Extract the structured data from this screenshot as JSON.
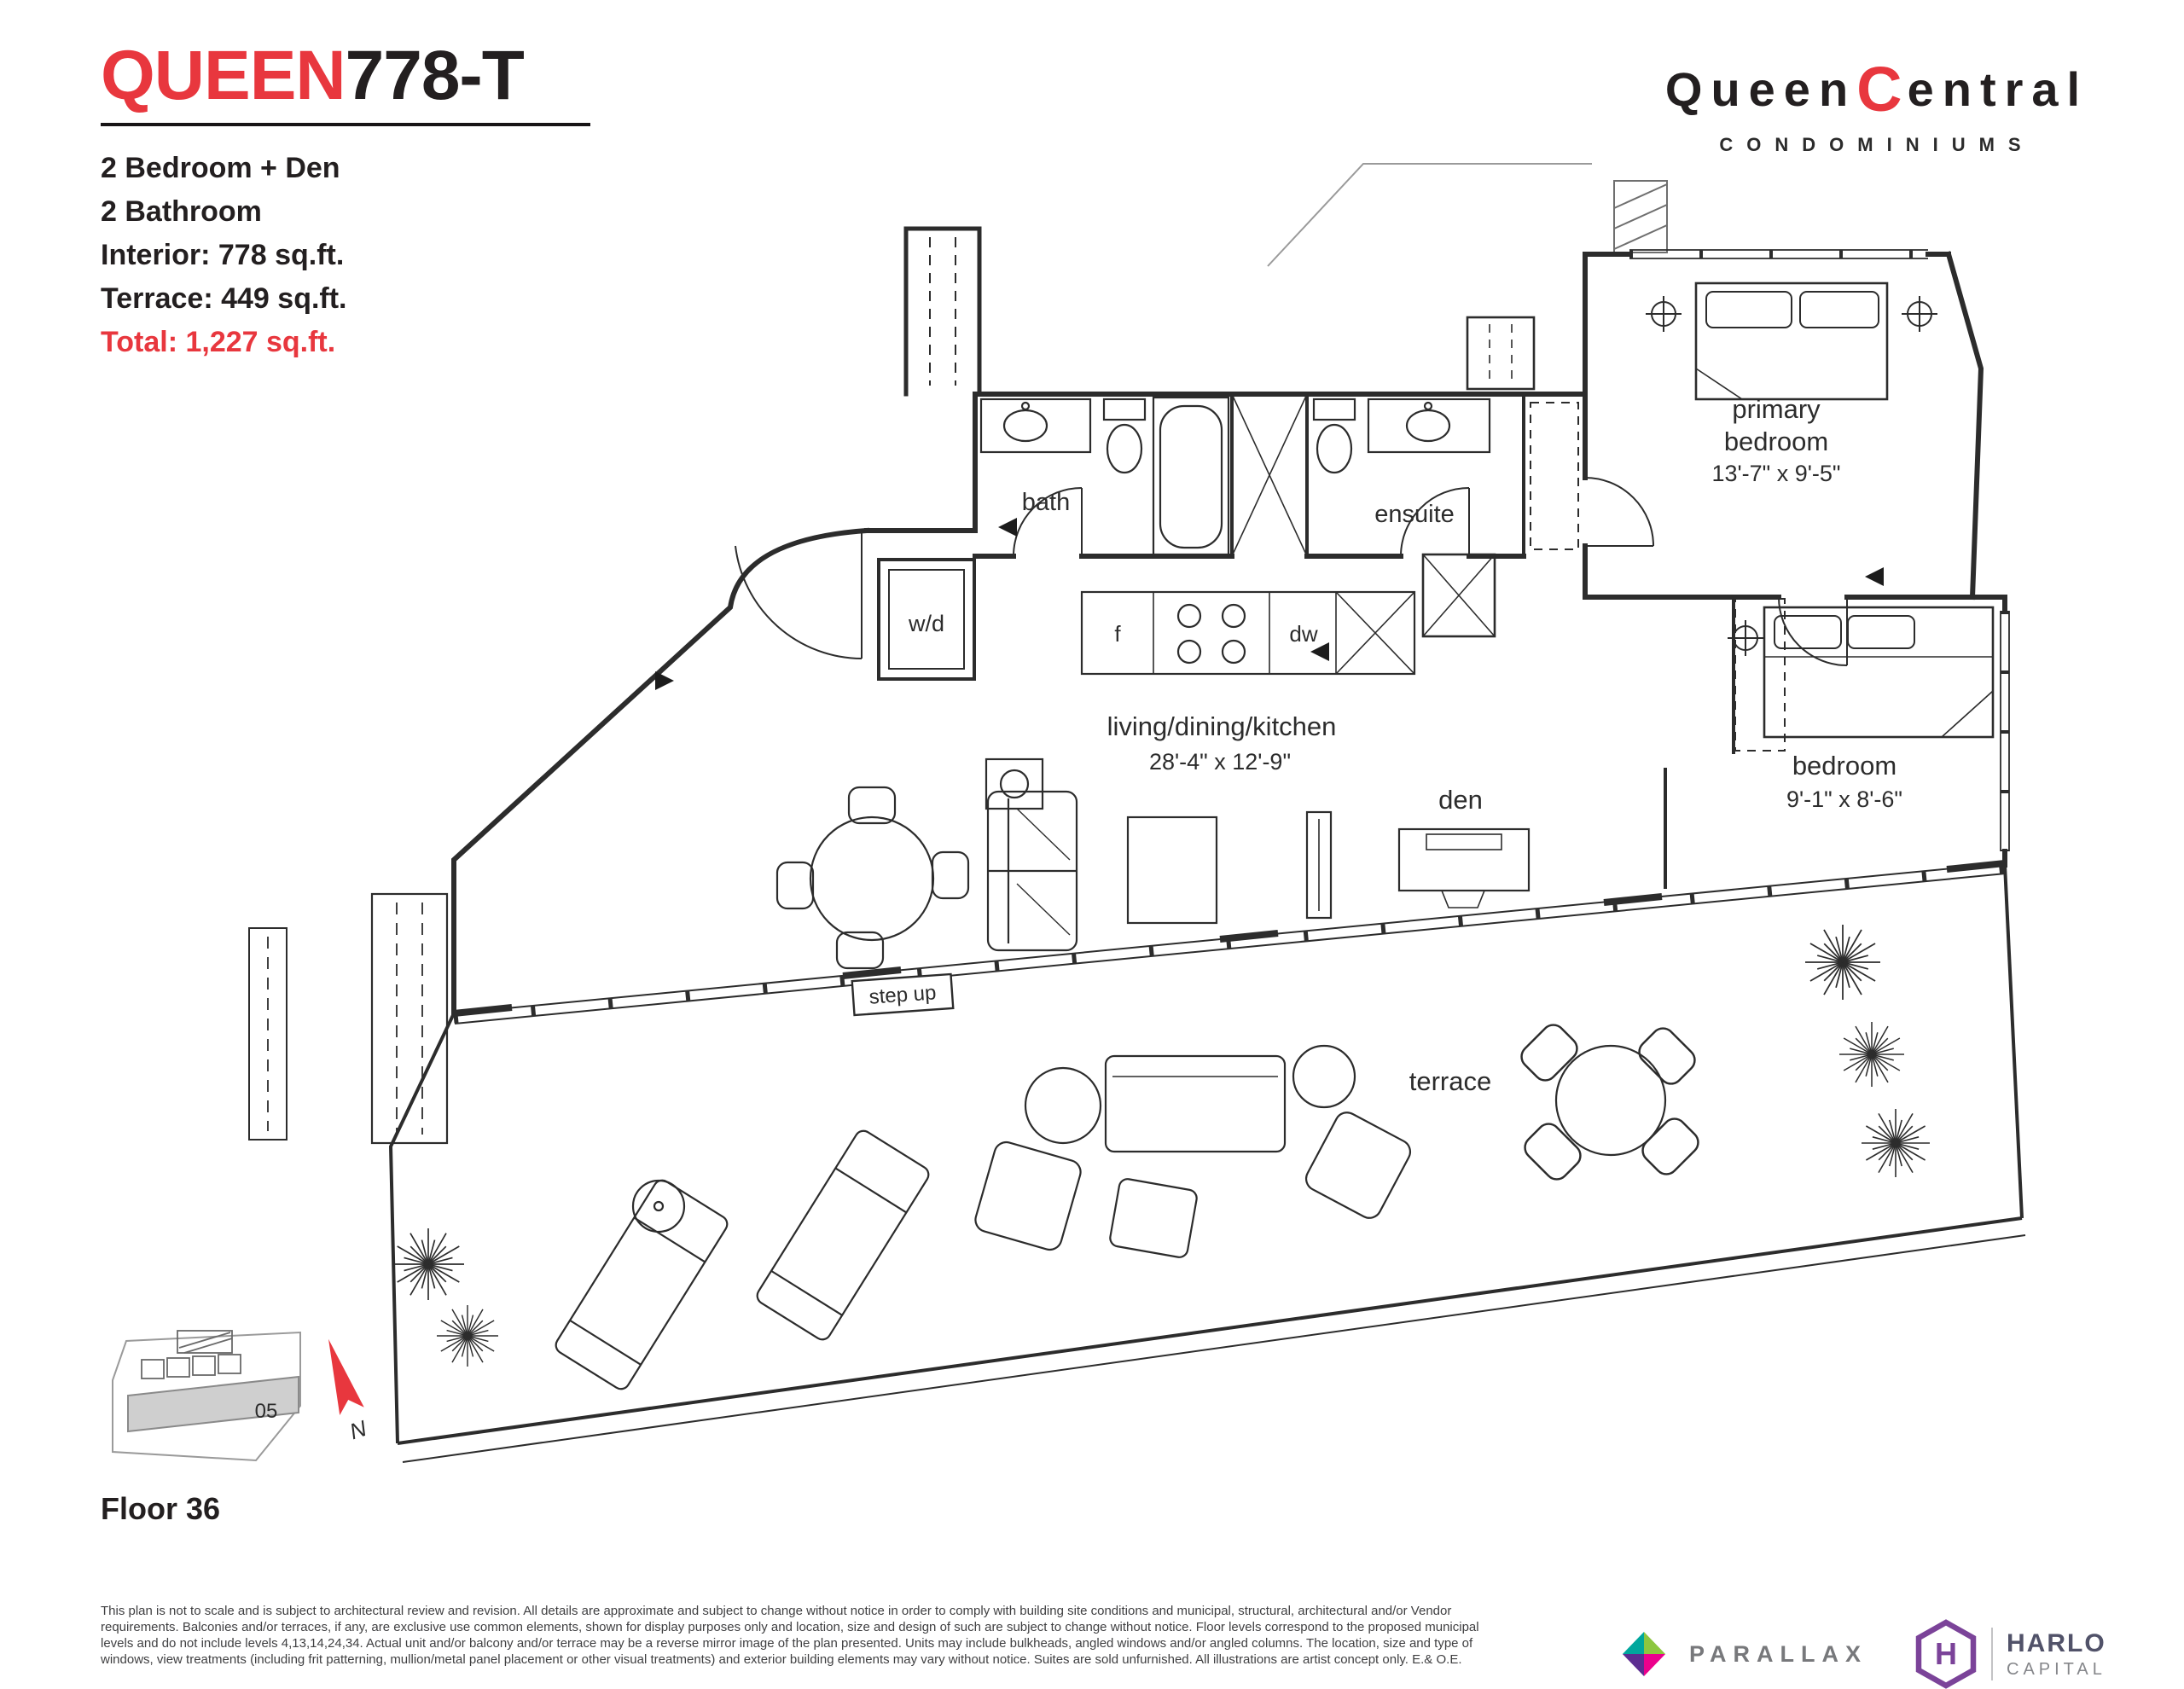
{
  "header": {
    "unit_name": {
      "red": "QUEEN",
      "black": "778-T"
    },
    "specs": {
      "line1": "2 Bedroom + Den",
      "line2": "2 Bathroom",
      "line3": "Interior: 778 sq.ft.",
      "line4": "Terrace: 449 sq.ft.",
      "total": "Total: 1,227 sq.ft."
    }
  },
  "brand": {
    "word_pre": "Queen",
    "word_c": "C",
    "word_post": "entral",
    "tagline": "CONDOMINIUMS"
  },
  "plan": {
    "labels": {
      "bath": "bath",
      "ensuite": "ensuite",
      "wd": "w/d",
      "fridge": "f",
      "dishwasher": "dw",
      "living_name": "living/dining/kitchen",
      "living_dims": "28'-4\" x 12'-9\"",
      "den": "den",
      "primary_line1": "primary",
      "primary_line2": "bedroom",
      "primary_dims": "13'-7\" x 9'-5\"",
      "bedroom_name": "bedroom",
      "bedroom_dims": "9'-1\" x 8'-6\"",
      "step_up": "step up",
      "terrace": "terrace"
    }
  },
  "keyplan": {
    "unit_number": "05",
    "north_label": "N",
    "floor_label": "Floor 36"
  },
  "footer": {
    "disclaimer": "This plan is not to scale and is subject to architectural review and revision. All details are approximate and subject to change without notice in order to comply with building site conditions and municipal, structural, architectural and/or Vendor requirements. Balconies and/or terraces, if any, are exclusive use common elements, shown for display purposes only and location, size and design of such are subject to change without notice. Floor levels correspond to the proposed municipal levels and do not include levels 4,13,14,24,34. Actual unit and/or balcony and/or terrace may be a reverse mirror image of the plan presented. Units may include bulkheads, angled windows and/or angled columns. The location, size and type of windows, view treatments (including frit patterning, mullion/metal panel placement or other visual treatments) and exterior building elements may vary without notice. Suites are sold unfurnished. All illustrations are artist concept only. E.& O.E.",
    "parallax": "PARALLAX",
    "harlo_h": "H",
    "harlo_name": "HARLO",
    "harlo_sub": "CAPITAL"
  },
  "colors": {
    "accent_red": "#e8373e",
    "ink": "#231f20",
    "parallax_teal": "#00a79d",
    "parallax_green": "#8dc63f",
    "parallax_magenta": "#ec008c",
    "parallax_purple": "#5c2d91",
    "harlo_purple": "#7b4399"
  }
}
